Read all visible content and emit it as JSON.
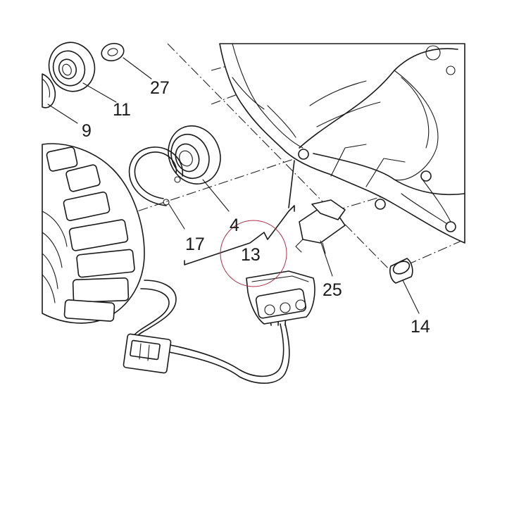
{
  "diagram": {
    "callouts": {
      "c27": "27",
      "c11": "11",
      "c9": "9",
      "c4": "4",
      "c17": "17",
      "c13": "13",
      "c25": "25",
      "c14": "14"
    },
    "highlight_color": "#b0304a",
    "line_color": "#1a1a1a"
  }
}
